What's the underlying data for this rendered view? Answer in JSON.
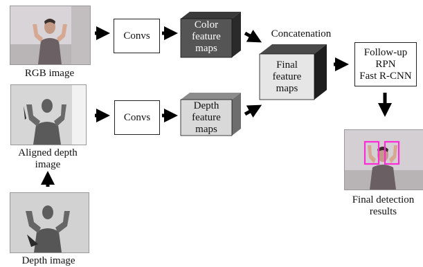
{
  "inputs": {
    "rgb_label": "RGB image",
    "aligned_depth_label_line1": "Aligned depth",
    "aligned_depth_label_line2": "image",
    "depth_label": "Depth image"
  },
  "convs": {
    "top_label": "Convs",
    "bottom_label": "Convs"
  },
  "feature_maps": {
    "color": [
      "Color",
      "feature",
      "maps"
    ],
    "depth": [
      "Depth",
      "feature",
      "maps"
    ],
    "final": [
      "Final",
      "feature",
      "maps"
    ]
  },
  "concatenation_label": "Concatenation",
  "followup": [
    "Follow-up",
    "RPN",
    "Fast R-CNN"
  ],
  "result": {
    "label_line1": "Final detection",
    "label_line2": "results",
    "box_color": "#ff2bd6"
  },
  "colors": {
    "color_cube_front": "#555555",
    "color_cube_top": "#3a3a3a",
    "color_cube_side": "#2a2a2a",
    "depth_cube_front": "#d9d9d9",
    "depth_cube_top": "#8c8c8c",
    "depth_cube_side": "#6e6e6e",
    "final_cube_front": "#e6e6e6",
    "final_cube_top": "#4a4a4a",
    "final_cube_side": "#1e1e1e"
  }
}
